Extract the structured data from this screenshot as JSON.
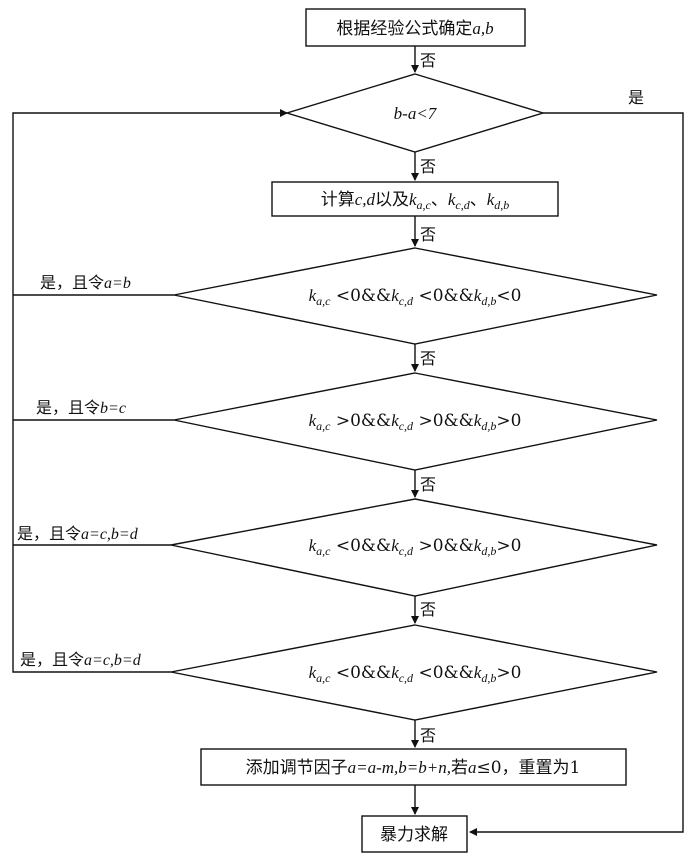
{
  "nodes": {
    "start": {
      "text": "根据经验公式确定",
      "vars": "a,b"
    },
    "cond_range": {
      "text": "b-a<7"
    },
    "compute": {
      "prefix": "计算",
      "vars": "c,d",
      "mid": "以及",
      "k1": "a,c",
      "sep1": "、",
      "k2": "c,d",
      "sep2": "、",
      "k3": "d,b"
    },
    "cond1": {
      "k1": "a,c",
      "op1": " <0&&",
      "k2": "c,d",
      "op2": " <0&&",
      "k3": "d,b",
      "op3": "<0"
    },
    "cond2": {
      "k1": "a,c",
      "op1": " >0&&",
      "k2": "c,d",
      "op2": " >0&&",
      "k3": "d,b",
      "op3": ">0"
    },
    "cond3": {
      "k1": "a,c",
      "op1": " <0&&",
      "k2": "c,d",
      "op2": " >0&&",
      "k3": "d,b",
      "op3": ">0"
    },
    "cond4": {
      "k1": "a,c",
      "op1": " <0&&",
      "k2": "c,d",
      "op2": " <0&&",
      "k3": "d,b",
      "op3": ">0"
    },
    "adjust": {
      "prefix": "添加调节因子",
      "expr": "a=a-m,b=b+n,",
      "cond_prefix": "若",
      "cond_var": "a",
      "cond_rest": "≤0，重置为1"
    },
    "end": {
      "text": "暴力求解"
    }
  },
  "k_symbol": "k",
  "edge_labels": {
    "no": "否",
    "yes": "是",
    "yes1_prefix": "是，且令",
    "yes1_expr": "a=b",
    "yes2_prefix": "是，且令",
    "yes2_expr": "b=c",
    "yes3_prefix": "是，且令",
    "yes3_expr": "a=c,b=d",
    "yes4_prefix": "是，且令",
    "yes4_expr": "a=c,b=d"
  }
}
